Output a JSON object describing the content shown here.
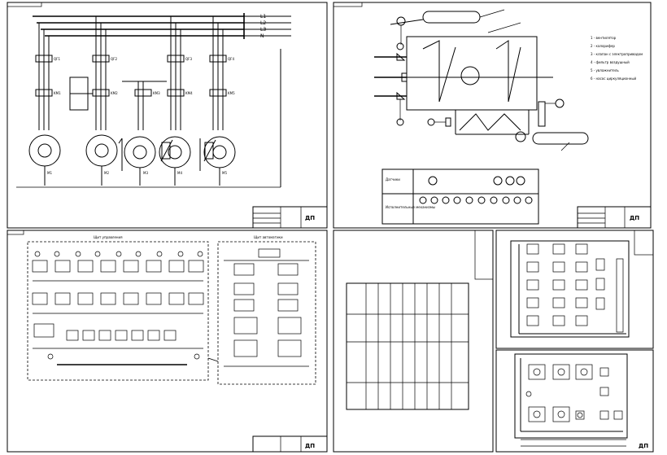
{
  "sheet1": {
    "phases": [
      "L1",
      "L2",
      "L3",
      "N"
    ],
    "breakers": [
      "QF1",
      "QF2",
      "QF3",
      "QF4"
    ],
    "contactors": [
      "KM1",
      "KM2",
      "KM3",
      "KM4",
      "KM5"
    ],
    "motors": [
      "M1",
      "M2",
      "M3",
      "M4",
      "M5"
    ],
    "stamp": "ДП"
  },
  "sheet2": {
    "legend": [
      "1 - вентилятор",
      "2 - калорифер",
      "3 - клапан с электроприводом",
      "4 - фильтр воздушный",
      "5 - увлажнитель",
      "6 - насос циркуляционный"
    ],
    "table_rows": [
      "Датчики",
      "Исполнительные механизмы"
    ],
    "stamp": "ДП"
  },
  "sheet3": {
    "left_panel": "Щит управления",
    "right_panel": "Щит автоматики",
    "stamp": "ДП"
  },
  "sheet6": {
    "stamp": "ДП"
  }
}
